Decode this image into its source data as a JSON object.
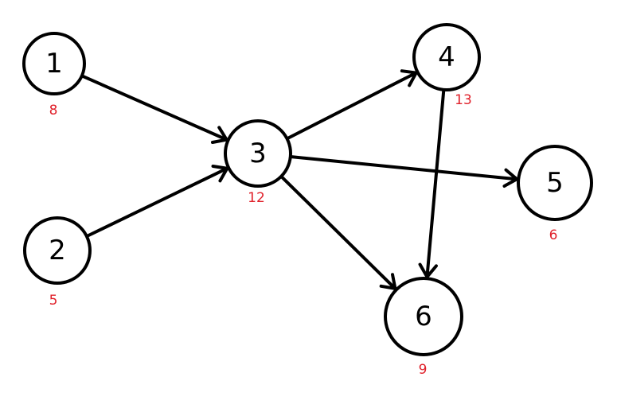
{
  "colors": {
    "node_stroke": "#000000",
    "weight_text": "#e0202a",
    "background": "#ffffff"
  },
  "nodes": [
    {
      "id": "1",
      "label": "1",
      "weight": "8"
    },
    {
      "id": "2",
      "label": "2",
      "weight": "5"
    },
    {
      "id": "3",
      "label": "3",
      "weight": "12"
    },
    {
      "id": "4",
      "label": "4",
      "weight": "13"
    },
    {
      "id": "5",
      "label": "5",
      "weight": "6"
    },
    {
      "id": "6",
      "label": "6",
      "weight": "9"
    }
  ],
  "edges": [
    {
      "from": "1",
      "to": "3"
    },
    {
      "from": "2",
      "to": "3"
    },
    {
      "from": "3",
      "to": "4"
    },
    {
      "from": "3",
      "to": "5"
    },
    {
      "from": "3",
      "to": "6"
    },
    {
      "from": "4",
      "to": "6"
    }
  ]
}
